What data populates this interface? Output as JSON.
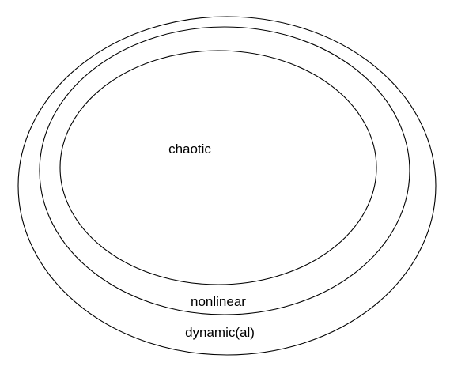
{
  "diagram": {
    "type": "nested-sets",
    "sets": [
      {
        "label": "dynamic(al)",
        "level": "outer"
      },
      {
        "label": "nonlinear",
        "level": "middle"
      },
      {
        "label": "chaotic",
        "level": "inner"
      }
    ]
  }
}
